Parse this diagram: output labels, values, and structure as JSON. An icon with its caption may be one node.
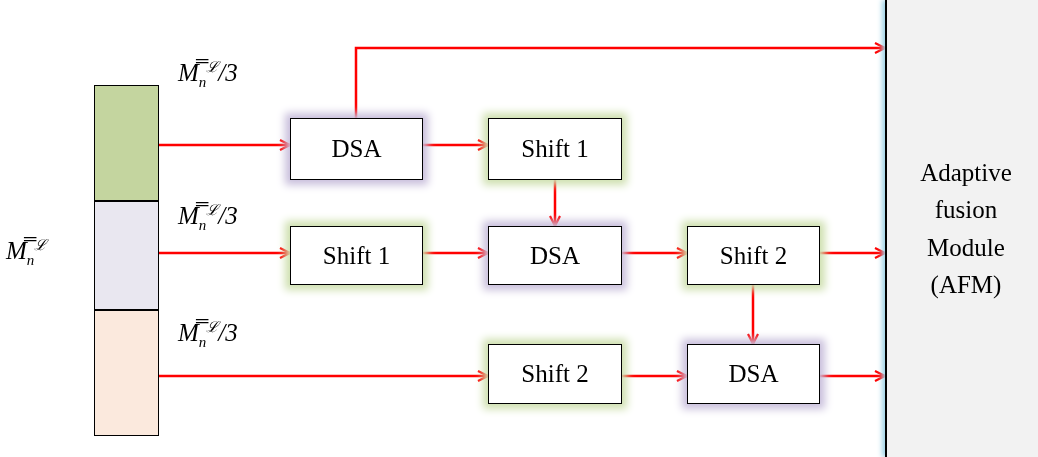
{
  "diagram": {
    "nodes": [
      {
        "text": [],
        "shape": "bar",
        "beside": [
          "M̿$_{n}$$^{ℒ}$"
        ]
      },
      {
        "text": [],
        "shape": "box",
        "in": 0
      },
      {
        "text": [],
        "shape": "box",
        "in": 0
      },
      {
        "text": [],
        "shape": "box",
        "in": 0
      },
      {
        "text": [
          "DSA"
        ]
      },
      {
        "text": [
          "Shift 1"
        ]
      },
      {
        "text": [
          "Shift 1"
        ]
      },
      {
        "text": [
          "DSA"
        ]
      },
      {
        "text": [
          "Shift 2"
        ]
      },
      {
        "text": [
          "Shift 2"
        ]
      },
      {
        "text": [
          "DSA"
        ]
      },
      {
        "text": [
          "Adaptive fusion Module (AFM)"
        ]
      }
    ],
    "edges": [
      {
        "from": 1,
        "to": 4,
        "arrow": "to",
        "label": "M̿$_{n}$$^{ℒ}$/3"
      },
      {
        "from": 2,
        "to": 6,
        "arrow": "to",
        "label": "M̿$_{n}$$^{ℒ}$/3"
      },
      {
        "from": 3,
        "to": 9,
        "arrow": "to",
        "label": "M̿$_{n}$$^{ℒ}$/3"
      },
      {
        "from": 4,
        "to": 5,
        "arrow": "to"
      },
      {
        "from": 4,
        "to": 11,
        "arrow": "to"
      },
      {
        "from": 5,
        "to": 7,
        "arrow": "to"
      },
      {
        "from": 6,
        "to": 7,
        "arrow": "to"
      },
      {
        "from": 7,
        "to": 8,
        "arrow": "to"
      },
      {
        "from": 8,
        "to": 11,
        "arrow": "to"
      },
      {
        "from": 8,
        "to": 10,
        "arrow": "to"
      },
      {
        "from": 9,
        "to": 10,
        "arrow": "to"
      },
      {
        "from": 10,
        "to": 11,
        "arrow": "to"
      }
    ]
  }
}
